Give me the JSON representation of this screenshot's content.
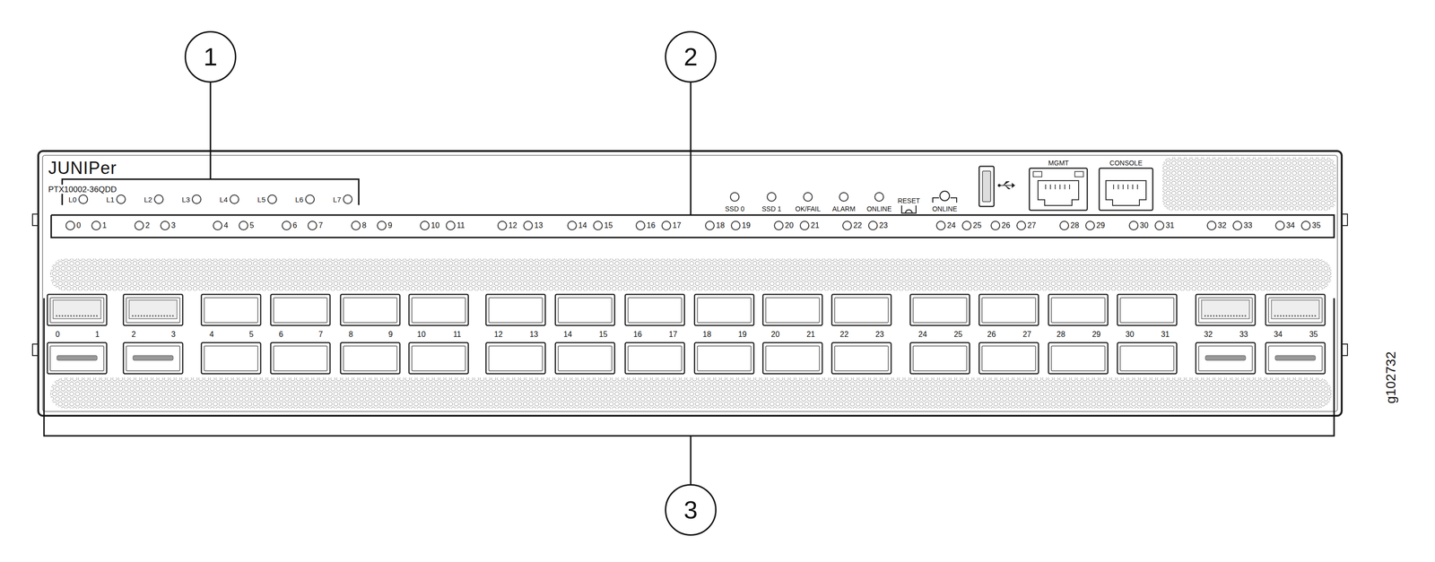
{
  "diagram": {
    "nodes": [
      {
        "text": [
          "1"
        ]
      },
      {
        "text": [
          "2"
        ]
      },
      {
        "text": [
          "3"
        ]
      }
    ],
    "labels": [
      "JUNIPer",
      "PTX10002-36QDD",
      "L0",
      "L1",
      "L2",
      "L3",
      "L4",
      "L5",
      "L6",
      "L7",
      "SSD 0",
      "SSD 1",
      "OK/FAIL",
      "ALARM",
      "ONLINE",
      "RESET",
      "ONLINE",
      "MGMT",
      "CONSOLE",
      "0",
      "1",
      "2",
      "3",
      "4",
      "5",
      "6",
      "7",
      "8",
      "9",
      "10",
      "11",
      "12",
      "13",
      "14",
      "15",
      "16",
      "17",
      "18",
      "19",
      "20",
      "21",
      "22",
      "23",
      "24",
      "25",
      "26",
      "27",
      "28",
      "29",
      "30",
      "31",
      "32",
      "33",
      "34",
      "35",
      "0",
      "1",
      "2",
      "3",
      "4",
      "5",
      "6",
      "7",
      "8",
      "9",
      "10",
      "11",
      "12",
      "13",
      "14",
      "15",
      "16",
      "17",
      "18",
      "19",
      "20",
      "21",
      "22",
      "23",
      "24",
      "25",
      "26",
      "27",
      "28",
      "29",
      "30",
      "31",
      "32",
      "33",
      "34",
      "35",
      "g102732"
    ]
  }
}
